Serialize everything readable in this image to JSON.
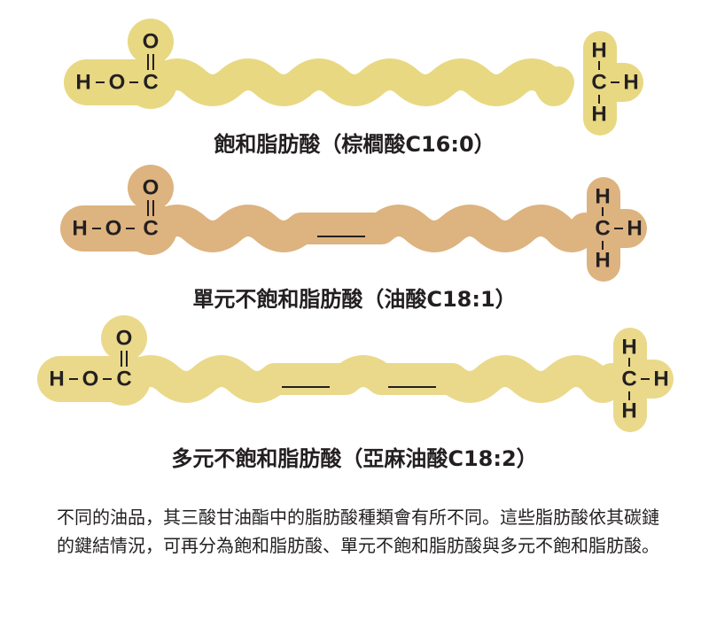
{
  "molecules": [
    {
      "caption": "飽和脂肪酸（棕櫚酸C16:0）",
      "color": "#e8d882",
      "double_bonds": 0
    },
    {
      "caption": "單元不飽和脂肪酸（油酸C18:1）",
      "color": "#ddb37f",
      "double_bonds": 1
    },
    {
      "caption": "多元不飽和脂肪酸（亞麻油酸C18:2）",
      "color": "#ead98a",
      "double_bonds": 2
    }
  ],
  "atoms": {
    "hydrogen": "H",
    "oxygen": "O",
    "carbon": "C",
    "bond": "-",
    "double_bond": "="
  },
  "text_color": "#231f20",
  "description": "不同的油品，其三酸甘油酯中的脂肪酸種類會有所不同。這些脂肪酸依其碳鏈的鍵結情況，可再分為飽和脂肪酸、單元不飽和脂肪酸與多元不飽和脂肪酸。"
}
